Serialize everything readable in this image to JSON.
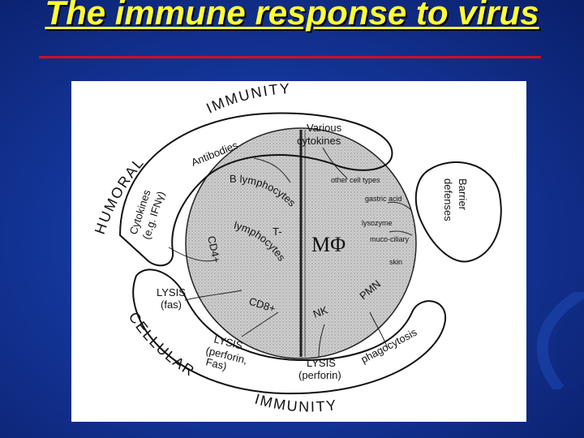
{
  "title": "The immune response to virus",
  "diagram": {
    "arc_humoral": "HUMORAL",
    "arc_immunity_top": "IMMUNITY",
    "arc_cellular": "CELLULAR",
    "arc_immunity_bottom": "IMMUNITY",
    "various_cytokines_line1": "Various",
    "various_cytokines_line2": "cytokines",
    "antibodies": "Antibodies",
    "cytokines_ifn_line1": "Cytokines",
    "cytokines_ifn_line2": "(e.g. IFNγ)",
    "barrier_line1": "Barrier",
    "barrier_line2": "defenses",
    "b_lymphocytes": "B lymphocytes",
    "t_lymphocytes_line1": "T-",
    "t_lymphocytes_line2": "lymphocytes",
    "cd4": "CD4+",
    "cd8": "CD8+",
    "macrophage": "MΦ",
    "nk": "NK",
    "pmn": "PMN",
    "barrier_ciliary": "other cell types",
    "barrier_gastric": "gastric acid",
    "barrier_lysozyme": "lysozyme",
    "barrier_mucociliary": "muco-ciliary",
    "barrier_skin": "skin",
    "lysis_fas_line1": "LYSIS",
    "lysis_fas_line2": "(fas)",
    "lysis_perforin_fas_line1": "LYSIS",
    "lysis_perforin_fas_line2": "(perforin,",
    "lysis_perforin_fas_line3": "Fas)",
    "lysis_perforin_line1": "LYSIS",
    "lysis_perforin_line2": "(perforin)",
    "phagocytosis": "phagocytosis"
  },
  "colors": {
    "background": "#14369a",
    "title": "#ffff33",
    "rule": "#d01020"
  }
}
